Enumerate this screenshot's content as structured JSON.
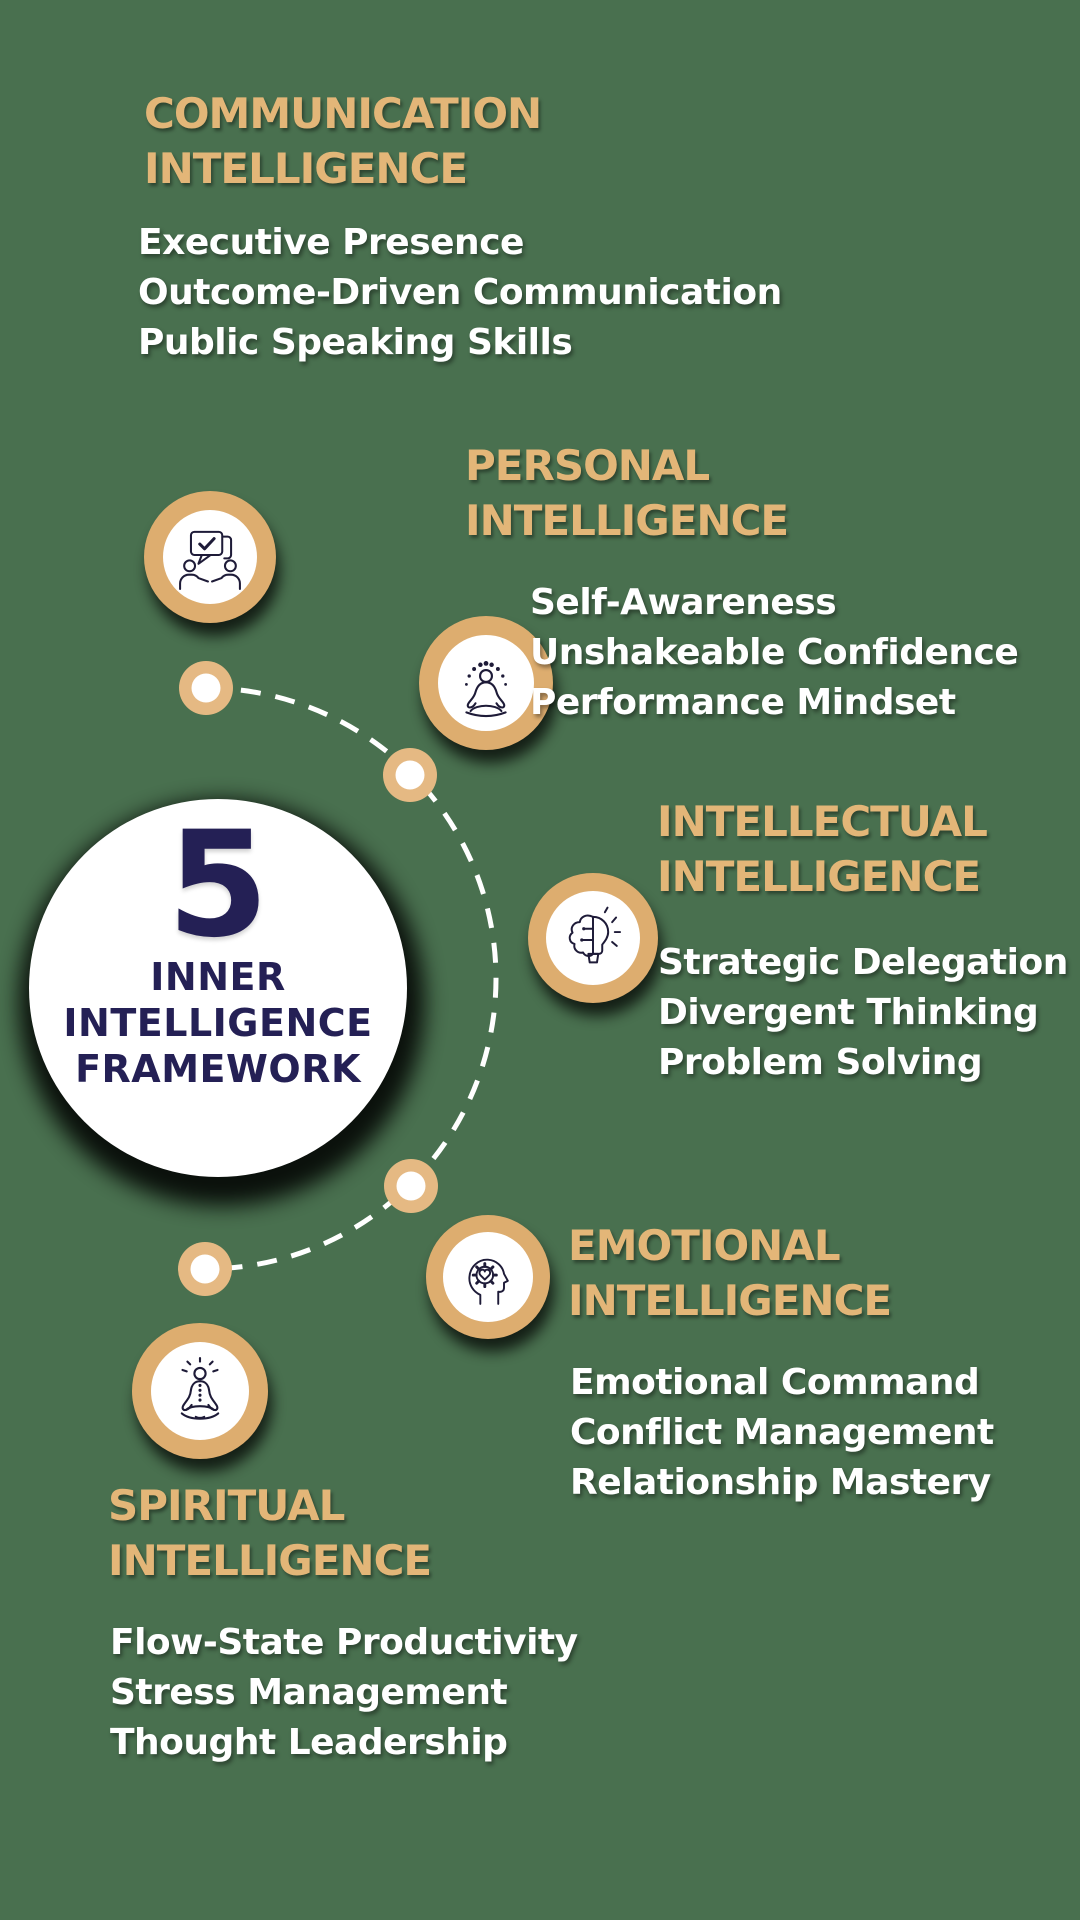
{
  "colors": {
    "background": "#49704F",
    "title_gold": "#E3B678",
    "circle_gold": "#DDAD6F",
    "ring_gold": "#E5B983",
    "navy": "#242055",
    "icon_stroke": "#1E1B38",
    "body_text": "#FFFFFF"
  },
  "center": {
    "number": "5",
    "lines": [
      "INNER",
      "INTELLIGENCE",
      "FRAMEWORK"
    ]
  },
  "sections": [
    {
      "id": "communication",
      "icon": "conversation-check-icon",
      "title_lines": [
        "COMMUNICATION",
        "INTELLIGENCE"
      ],
      "items": [
        "Executive Presence",
        "Outcome-Driven Communication",
        "Public Speaking Skills"
      ]
    },
    {
      "id": "personal",
      "icon": "meditation-halo-icon",
      "title_lines": [
        "PERSONAL",
        "INTELLIGENCE"
      ],
      "items": [
        "Self-Awareness",
        "Unshakeable Confidence",
        "Performance Mindset"
      ]
    },
    {
      "id": "intellectual",
      "icon": "brain-bulb-icon",
      "title_lines": [
        "INTELLECTUAL",
        "INTELLIGENCE"
      ],
      "items": [
        "Strategic Delegation",
        "Divergent Thinking",
        "Problem Solving"
      ]
    },
    {
      "id": "emotional",
      "icon": "head-gear-heart-icon",
      "title_lines": [
        "EMOTIONAL",
        "INTELLIGENCE"
      ],
      "items": [
        "Emotional Command",
        "Conflict Management",
        "Relationship Mastery"
      ]
    },
    {
      "id": "spiritual",
      "icon": "meditation-chakra-icon",
      "title_lines": [
        "SPIRITUAL",
        "INTELLIGENCE"
      ],
      "items": [
        "Flow-State Productivity",
        "Stress Management",
        "Thought Leadership"
      ]
    }
  ]
}
